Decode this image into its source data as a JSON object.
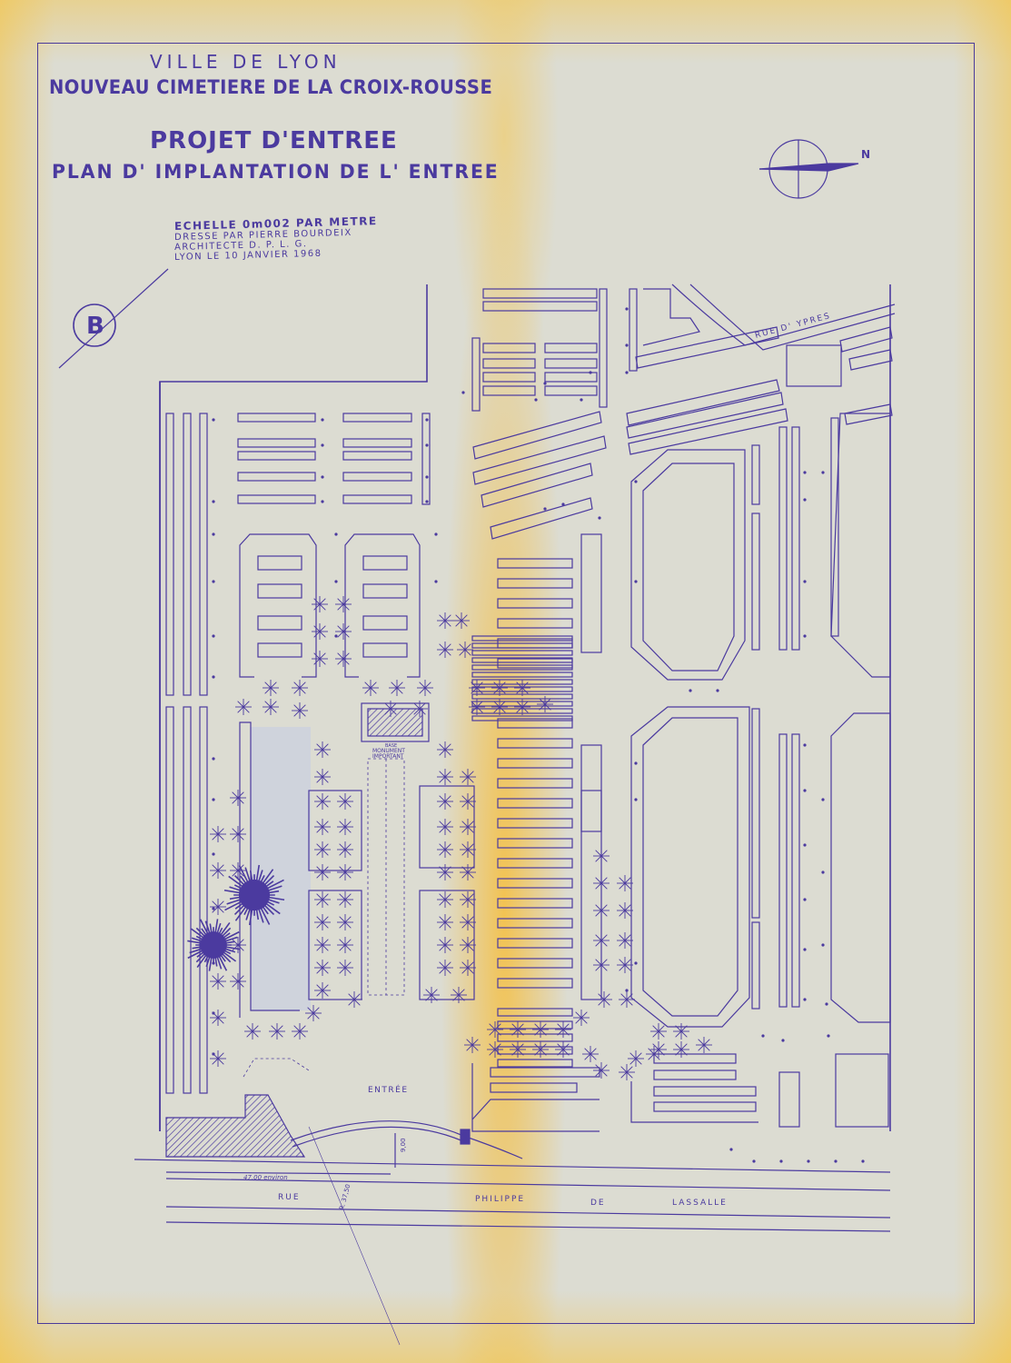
{
  "title": {
    "city": "VILLE DE LYON",
    "cemetery": "NOUVEAU CIMETIERE DE LA CROIX-ROUSSE",
    "project": "PROJET D'ENTREE",
    "plan": "PLAN D' IMPLANTATION DE L' ENTREE"
  },
  "caption": {
    "scale": "ECHELLE 0m002 PAR METRE",
    "author": "DRESSE PAR PIERRE BOURDEIX",
    "role": "ARCHITECTE D. P. L. G.",
    "date": "LYON LE 10 JANVIER 1968"
  },
  "compass": {
    "label": "N"
  },
  "sheet_mark": "B",
  "labels": {
    "rue_ypres": "RUE D' YPRES",
    "entree": "ENTRÉE",
    "monument_1": "BASE",
    "monument_2": "MONUMENT",
    "monument_3": "IMPORTANT",
    "dim_width": "47,00 environ",
    "dim_depth": "9,00",
    "dim_radius": "R. 37,50",
    "rue_1": "RUE",
    "rue_2": "PHILIPPE",
    "rue_3": "DE",
    "rue_4": "LASSALLE"
  },
  "colors": {
    "ink": "#4b3a9f",
    "paper": "#dcdcd2",
    "stain": "#f4c446"
  }
}
